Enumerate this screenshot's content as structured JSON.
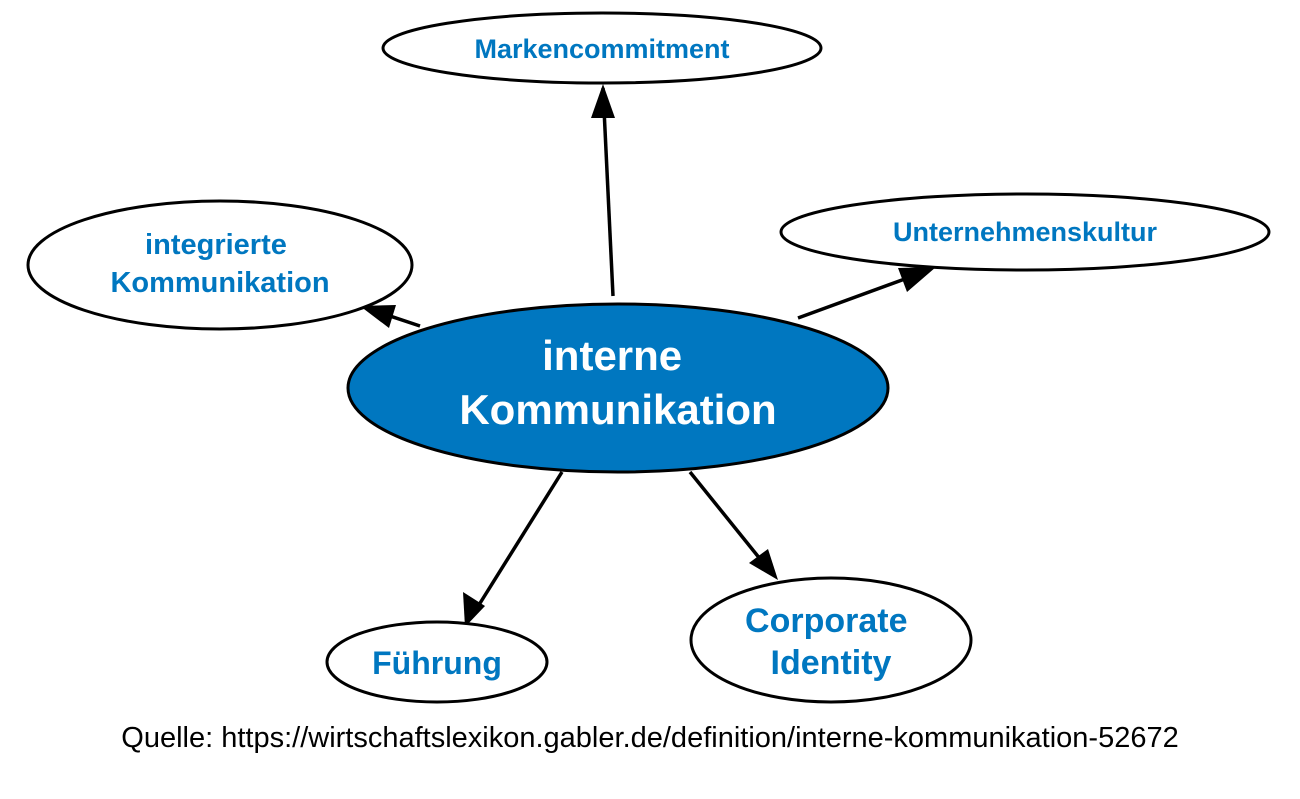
{
  "diagram": {
    "center": {
      "lines": [
        "interne",
        "Kommunikation"
      ]
    },
    "nodes": [
      {
        "id": "markencommitment",
        "lines": [
          "Markencommitment"
        ]
      },
      {
        "id": "unternehmenskultur",
        "lines": [
          "Unternehmenskultur"
        ]
      },
      {
        "id": "integrierte-kommunikation",
        "lines": [
          "integrierte",
          "Kommunikation"
        ]
      },
      {
        "id": "fuehrung",
        "lines": [
          "Führung"
        ]
      },
      {
        "id": "corporate-identity",
        "lines": [
          "Corporate",
          "Identity"
        ]
      }
    ]
  },
  "colors": {
    "center_fill": "#0077c0",
    "center_text": "#ffffff",
    "node_text": "#0077c0",
    "stroke": "#000000",
    "background": "#ffffff"
  },
  "source": {
    "text": "Quelle: https://wirtschaftslexikon.gabler.de/definition/interne-kommunikation-52672"
  }
}
